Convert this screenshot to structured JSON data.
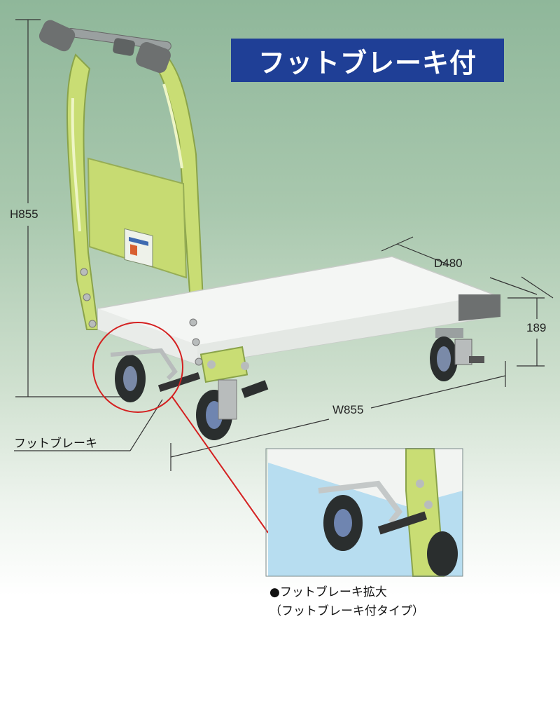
{
  "title": "フットブレーキ付",
  "dimensions": {
    "height": "H855",
    "depth": "D480",
    "width": "W855",
    "deck_height": "189"
  },
  "callout": {
    "label": "フットブレーキ"
  },
  "inset": {
    "caption_line1": "●フットブレーキ拡大",
    "caption_line2": "（フットブレーキ付タイプ）"
  },
  "colors": {
    "frame_green": "#c9dd74",
    "title_blue": "#1f3f96",
    "highlight_red": "#d42020",
    "deck_white": "#f4f6f4"
  }
}
